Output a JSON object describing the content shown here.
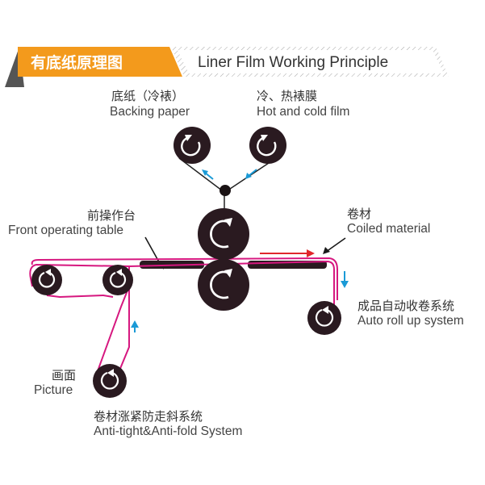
{
  "title": {
    "cn": "有底纸原理图",
    "en": "Liner Film Working Principle"
  },
  "labels": {
    "backing_paper": {
      "cn": "底纸（冷裱）",
      "en": "Backing paper"
    },
    "hot_cold_film": {
      "cn": "冷、热裱膜",
      "en": "Hot and cold film"
    },
    "front_table": {
      "cn": "前操作台",
      "en": "Front operating table"
    },
    "coiled_material": {
      "cn": "卷材",
      "en": "Coiled material"
    },
    "auto_rollup": {
      "cn": "成品自动收卷系统",
      "en": "Auto roll up system"
    },
    "picture": {
      "cn": "画面",
      "en": "Picture"
    },
    "anti_tight": {
      "cn": "卷材涨紧防走斜系统",
      "en": "Anti-tight&Anti-fold System"
    }
  },
  "colors": {
    "banner": "#f39a1c",
    "roller": "#2a1a20",
    "path": "#d6177f",
    "arrow_blue": "#1a9ad6",
    "arrow_red": "#e0262b"
  }
}
